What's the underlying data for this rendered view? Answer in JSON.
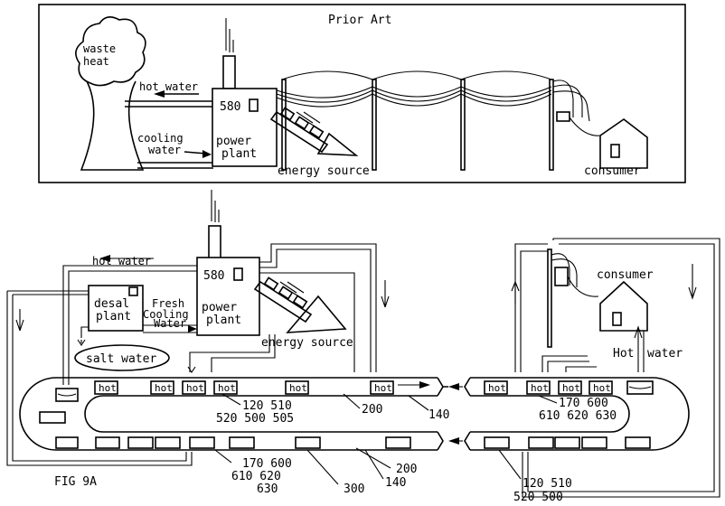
{
  "prior_art": {
    "title": "Prior Art",
    "waste_heat": [
      "waste",
      "heat"
    ],
    "hot_water": "hot water",
    "cooling_water": [
      "cooling",
      "water"
    ],
    "plant_number": "580",
    "power_plant": [
      "power",
      "plant"
    ],
    "energy_source": "energy source",
    "consumer": "consumer"
  },
  "fig9a": {
    "caption": "FIG 9A",
    "hot_water": "hot water",
    "desal_plant": [
      "desal",
      "plant"
    ],
    "fresh_cooling_water": [
      "Fresh",
      "Cooling",
      "Water"
    ],
    "plant_number": "580",
    "power_plant": [
      "power",
      "plant"
    ],
    "salt_water": "salt water",
    "energy_source": "energy source",
    "consumer": "consumer",
    "hot_water_right": [
      "Hot",
      "water"
    ],
    "car_label": "hot",
    "refs": {
      "r120_510_upper": "120 510",
      "r520_500_505": "520 500 505",
      "r200_upper": "200",
      "r140_upper": "140",
      "r170_600_upper": "170 600",
      "r610_620_630_upper": "610 620 630",
      "r170_600_lower": "170 600",
      "r610_620_lower": "610 620",
      "r630_lower": "630",
      "r300": "300",
      "r200_lower": "200",
      "r140_lower": "140",
      "r120_510_lower": "120 510",
      "r520_500_lower": "520 500"
    }
  }
}
